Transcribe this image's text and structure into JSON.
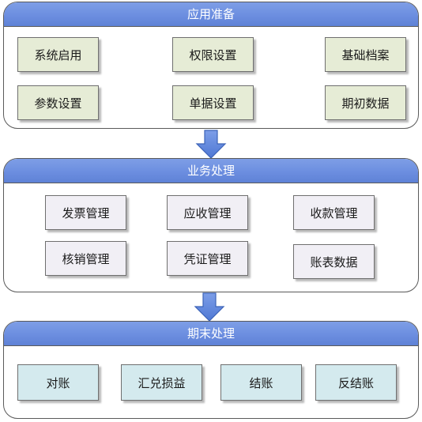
{
  "colors": {
    "header": "#6c8ee0",
    "arrow": "#5b83dc",
    "stage1_box": "#e6ecd6",
    "stage2_box": "#f1eff5",
    "stage3_box": "#d4eaee"
  },
  "stages": [
    {
      "title": "应用准备",
      "items": [
        "系统启用",
        "权限设置",
        "基础档案",
        "参数设置",
        "单据设置",
        "期初数据"
      ]
    },
    {
      "title": "业务处理",
      "items": [
        "发票管理",
        "应收管理",
        "收款管理",
        "核销管理",
        "凭证管理",
        "账表数据"
      ]
    },
    {
      "title": "期末处理",
      "items": [
        "对账",
        "汇兑损益",
        "结账",
        "反结账"
      ]
    }
  ],
  "arrow_icon": "down-arrow-icon"
}
